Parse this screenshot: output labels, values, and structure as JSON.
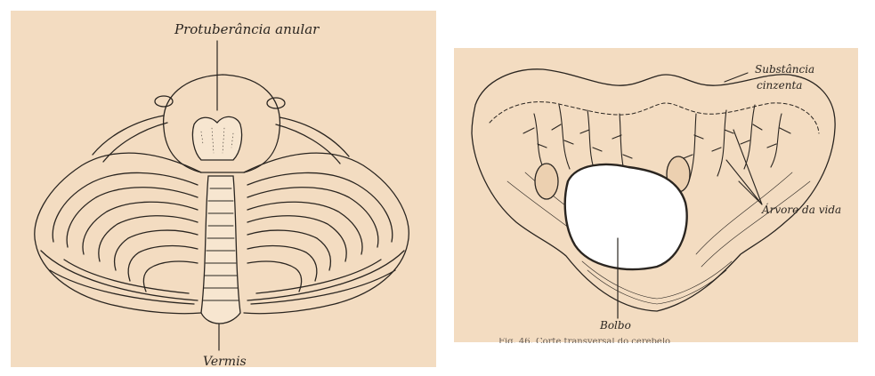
{
  "figures": {
    "left": {
      "labels": {
        "top": "Protuberância anular",
        "bottom": "Vermis"
      }
    },
    "right": {
      "labels": {
        "gray_matter_line1": "Substância",
        "gray_matter_line2": "cinzenta",
        "tree_of_life": "Árvore da vida",
        "medulla": "Bolbo"
      },
      "caption_fragment": "Fig. 46. Corte transversal do cerebelo"
    }
  },
  "colors": {
    "paper": "#f3dcc1",
    "ink": "#2a2520"
  }
}
